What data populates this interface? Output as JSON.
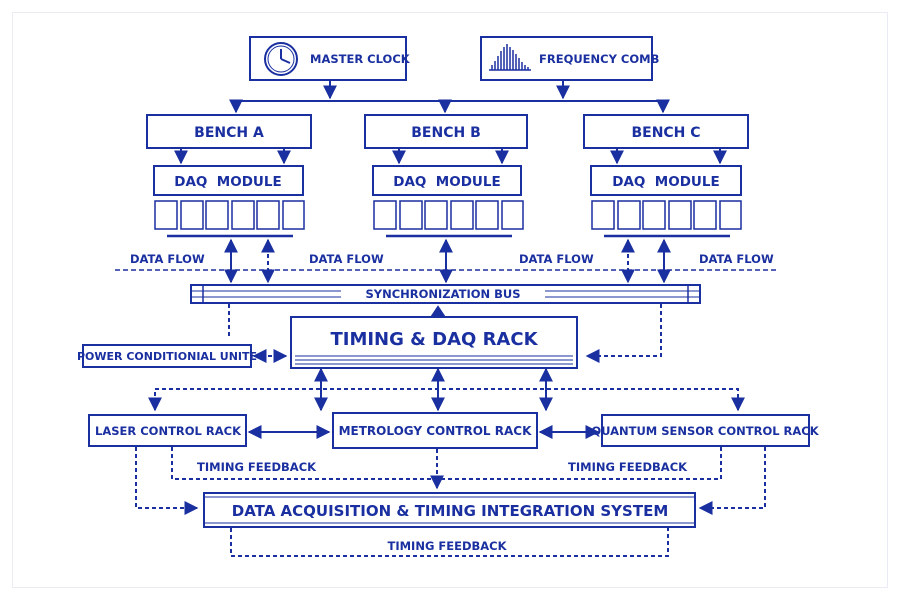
{
  "colors": {
    "ink": "#1a2fa0",
    "paper": "#ffffff"
  },
  "nodes": {
    "master_clock": "MASTER CLOCK",
    "frequency_comb": "FREQUENCY COMB",
    "bench_a": "BENCH A",
    "bench_b": "BENCH B",
    "bench_c": "BENCH C",
    "daq_module": "DAQ  MODULE",
    "sync_bus": "SYNCHRONIZATION BUS",
    "timing_rack": "TIMING & DAQ RACK",
    "power_unit": "POWER CONDITIONIAL UNITE",
    "laser_rack": "LASER CONTROL RACK",
    "metrology_rack": "METROLOGY CONTROL RACK",
    "quantum_rack": "QUANTUM SENSOR CONTROL RACK",
    "integration_system": "DATA ACQUISITION & TIMING INTEGRATION SYSTEM"
  },
  "labels": {
    "data_flow": "DATA FLOW",
    "timing_feedback": "TIMING FEEDBACK"
  },
  "icons": {
    "clock": "clock-icon",
    "comb": "frequency-comb-icon"
  }
}
